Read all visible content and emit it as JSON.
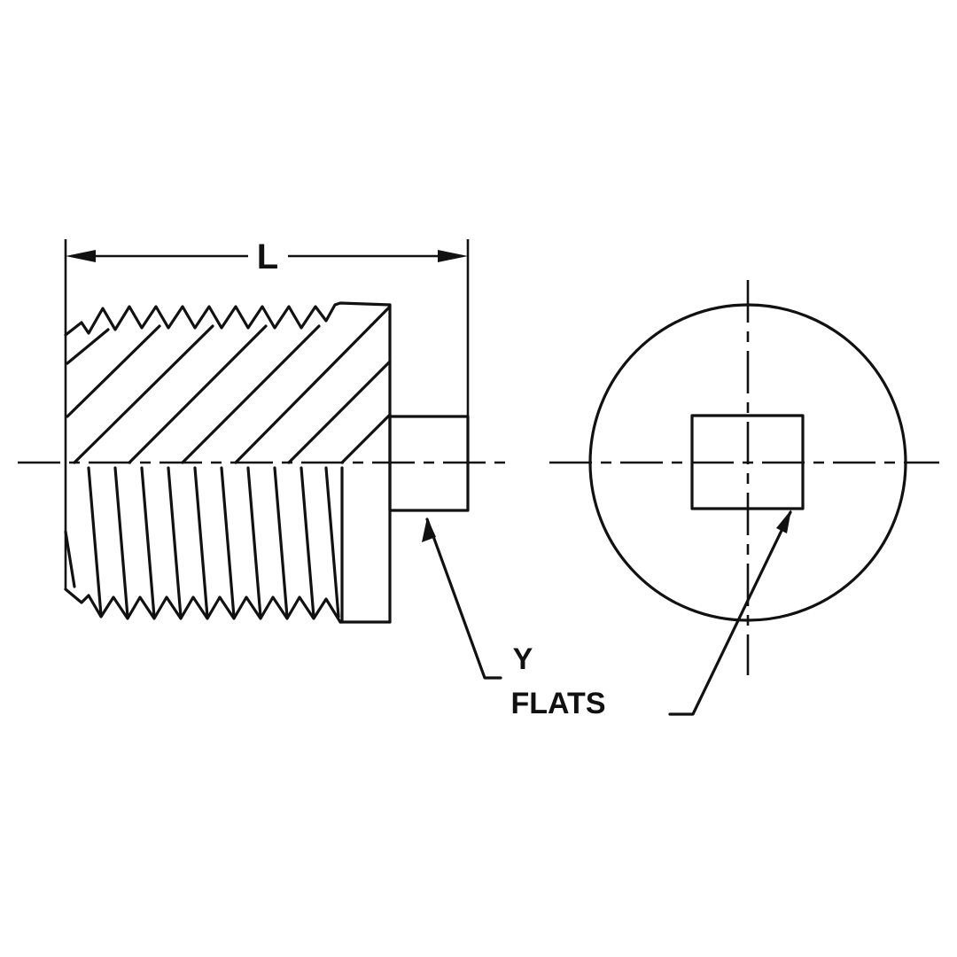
{
  "drawing": {
    "title": "Square head pipe plug",
    "views": [
      "side-view-section",
      "end-view"
    ]
  },
  "labels": {
    "length": "L",
    "flats_letter": "Y",
    "flats_word": "FLATS"
  },
  "colors": {
    "line": "#111111",
    "background": "#ffffff"
  }
}
